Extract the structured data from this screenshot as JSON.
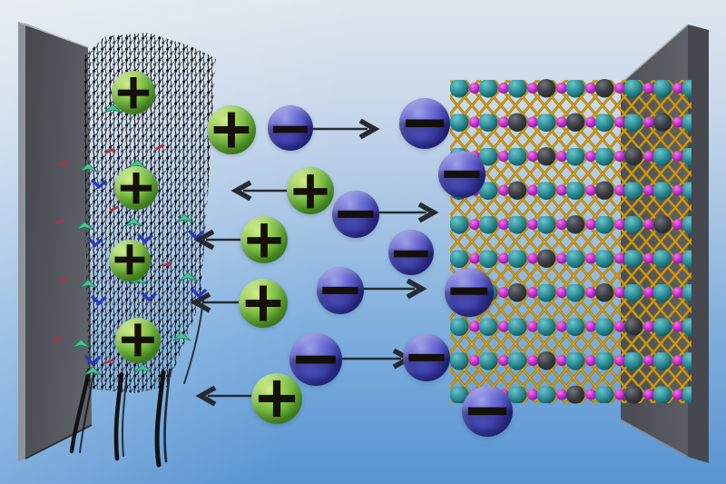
{
  "figure": {
    "symbols": {
      "cation": "+",
      "anion": "−"
    },
    "colors": {
      "background_top": "#dfe6ee",
      "background_bottom": "#5794d2",
      "cation_green": "#6fb53c",
      "anion_blue": "#4a4cc0",
      "electrode_gray": "#54575d",
      "lattice_teal": "#2a8a92",
      "lattice_magenta": "#c32cc9",
      "bond_gold": "#b8860b",
      "network_green": "#46c795",
      "arrow_dark": "#262b31"
    },
    "icons": {
      "cation_icon": "green-plus-sphere",
      "anion_icon": "blue-minus-sphere",
      "cation_flow_arrow": "arrow-left",
      "anion_flow_arrow": "arrow-right"
    }
  }
}
